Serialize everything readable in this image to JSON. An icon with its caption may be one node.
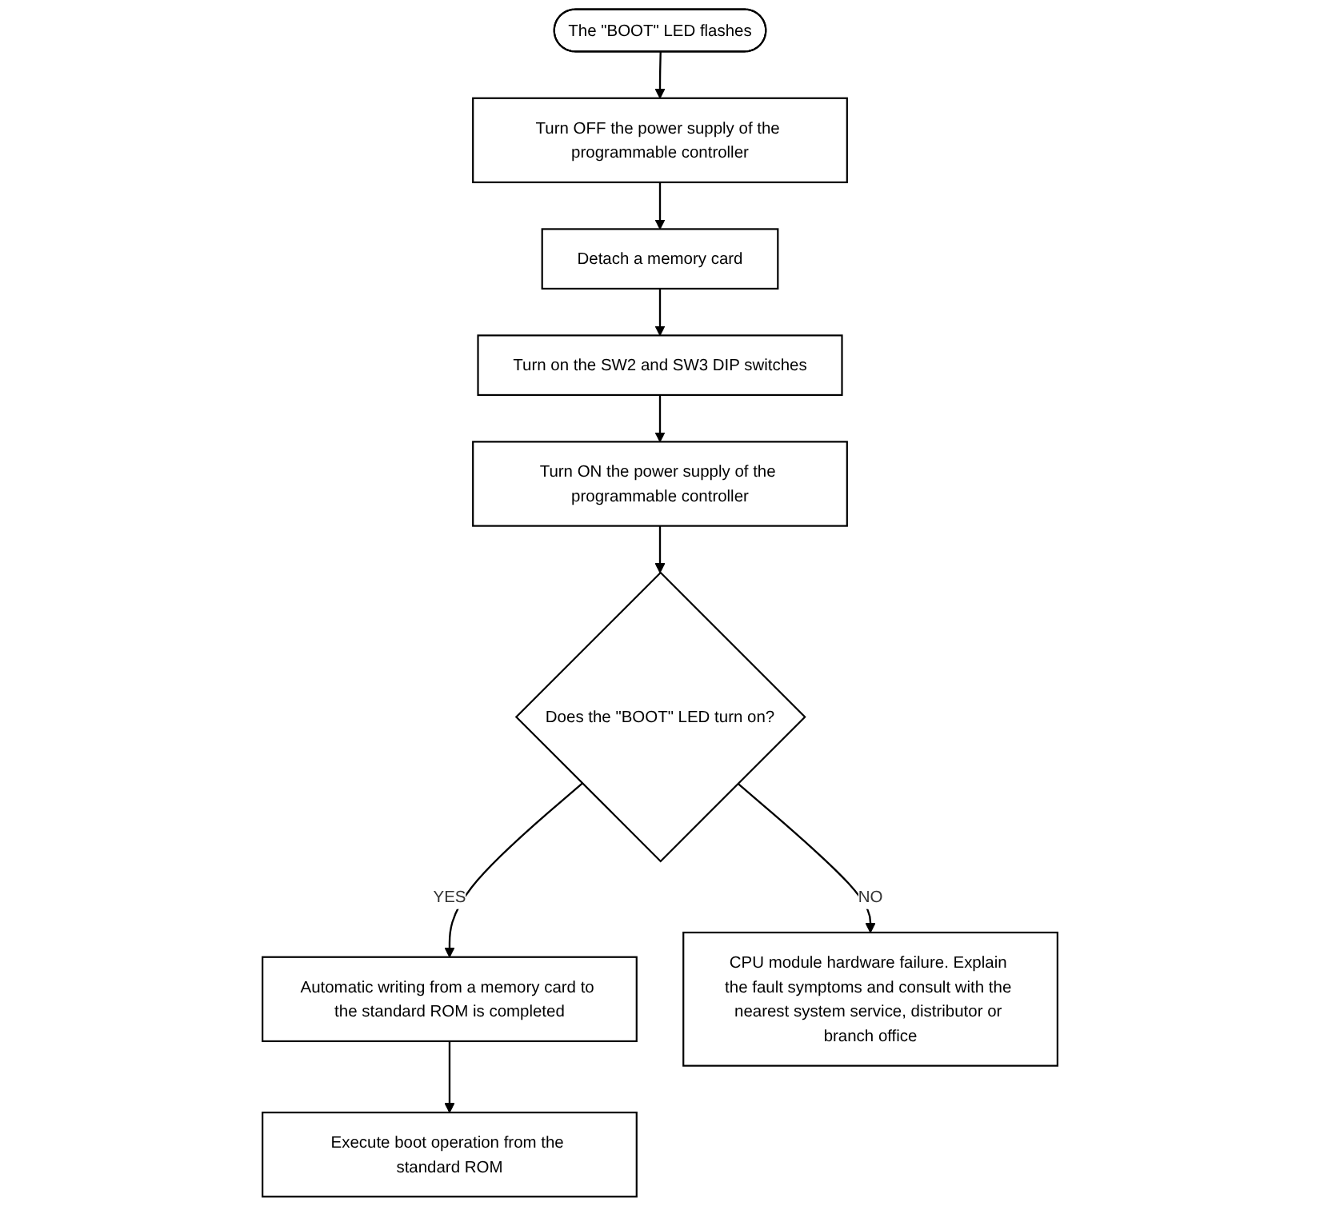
{
  "diagram": {
    "nodes": [
      {
        "text": [
          "The \"BOOT\" LED flashes"
        ]
      },
      {
        "text": [
          "Turn OFF the power supply of the programmable controller"
        ]
      },
      {
        "text": [
          "Detach a memory card"
        ]
      },
      {
        "text": [
          "Turn on the SW2 and SW3 DIP switches"
        ]
      },
      {
        "text": [
          "Turn ON the power supply of the programmable controller"
        ]
      },
      {
        "text": [
          "Does the \"BOOT\" LED turn on?"
        ]
      },
      {
        "text": [
          "Automatic writing from a memory card to the standard ROM is completed"
        ]
      },
      {
        "text": [
          "Execute boot operation from the standard ROM"
        ]
      },
      {
        "text": [
          "CPU module hardware failure. Explain the fault symptoms and consult with the nearest system service, distributor or branch office"
        ]
      }
    ],
    "edges": [
      {
        "from": 0,
        "to": 1,
        "arrow": "to"
      },
      {
        "from": 1,
        "to": 2,
        "arrow": "to"
      },
      {
        "from": 2,
        "to": 3,
        "arrow": "to"
      },
      {
        "from": 3,
        "to": 4,
        "arrow": "to"
      },
      {
        "from": 4,
        "to": 5,
        "arrow": "to"
      },
      {
        "from": 5,
        "to": 6,
        "label": "YES",
        "arrow": "to"
      },
      {
        "from": 6,
        "to": 7,
        "arrow": "to"
      },
      {
        "from": 5,
        "to": 8,
        "label": "NO",
        "arrow": "to"
      }
    ]
  }
}
